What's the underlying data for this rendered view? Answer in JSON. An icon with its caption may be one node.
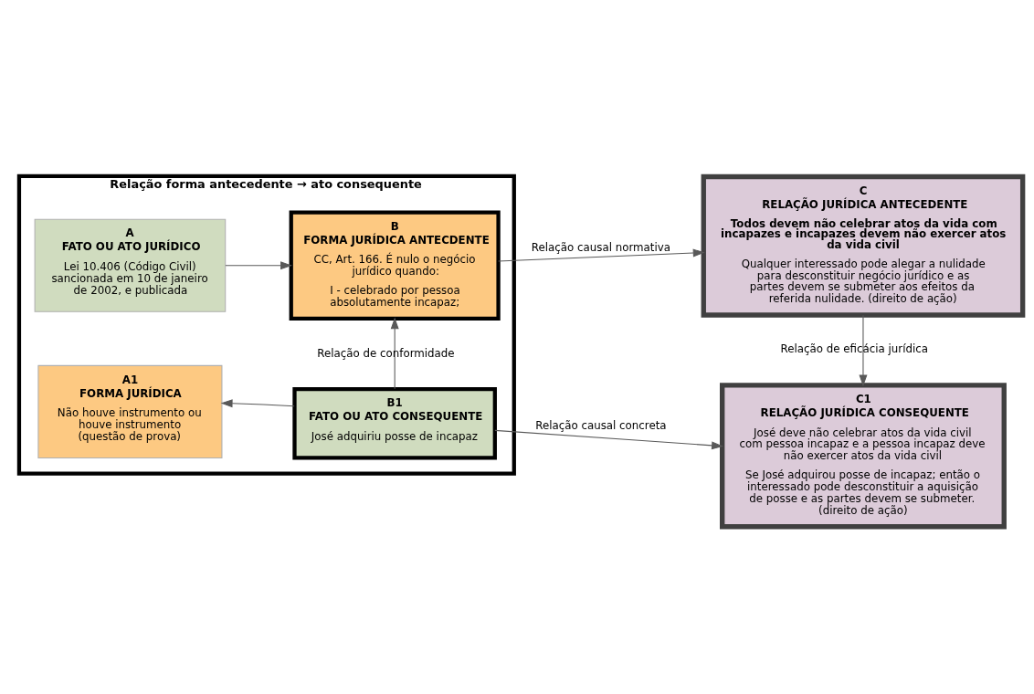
{
  "diagram": {
    "nodes": [
      {
        "text": [
          "Relação forma antecedente → ato consequente"
        ]
      },
      {
        "text": [
          "A",
          "FATO OU ATO JURÍDICO",
          "Lei 10.406 (Código Civil) sancionada em 10 de janeiro de 2002, e publicada"
        ],
        "in": 0
      },
      {
        "text": [
          "B",
          "FORMA JURÍDICA ANTECDENTE",
          "CC, Art. 166. É nulo o negócio jurídico quando:",
          "I - celebrado por pessoa absolutamente incapaz;"
        ],
        "in": 0
      },
      {
        "text": [
          "A1",
          "FORMA JURÍDICA",
          "Não houve instrumento ou houve instrumento (questão de prova)"
        ],
        "in": 0
      },
      {
        "text": [
          "B1",
          "FATO OU ATO CONSEQUENTE",
          "José adquiriu posse de incapaz"
        ],
        "in": 0
      },
      {
        "text": [
          "C",
          "RELAÇÃO JURÍDICA ANTECEDENTE",
          "Todos devem não celebrar atos da vida com incapazes e incapazes devem não exercer atos da vida civil",
          "Qualquer interessado pode alegar a nulidade para desconstituir negócio jurídico e as partes devem se submeter aos efeitos da referida nulidade. (direito de ação)"
        ]
      },
      {
        "text": [
          "C1",
          "RELAÇÃO JURÍDICA CONSEQUENTE",
          "José deve não celebrar atos da vida civil com pessoa incapaz e a pessoa incapaz deve não exercer atos da vida civil",
          "Se José adquirou posse de incapaz; então o interessado pode desconstituir a aquisição de posse e as partes devem se submeter. (direito de ação)"
        ]
      }
    ],
    "edges": [
      {
        "from": 1,
        "to": 2,
        "arrow": "to"
      },
      {
        "from": 2,
        "to": 5,
        "arrow": "to",
        "label": "Relação causal normativa"
      },
      {
        "from": 4,
        "to": 2,
        "arrow": "to",
        "label": "Relação de conformidade"
      },
      {
        "from": 5,
        "to": 6,
        "arrow": "to",
        "label": "Relação de eficácia jurídica"
      },
      {
        "from": 4,
        "to": 3,
        "arrow": "to"
      },
      {
        "from": 4,
        "to": 6,
        "arrow": "to",
        "label": "Relação causal concreta"
      }
    ]
  }
}
